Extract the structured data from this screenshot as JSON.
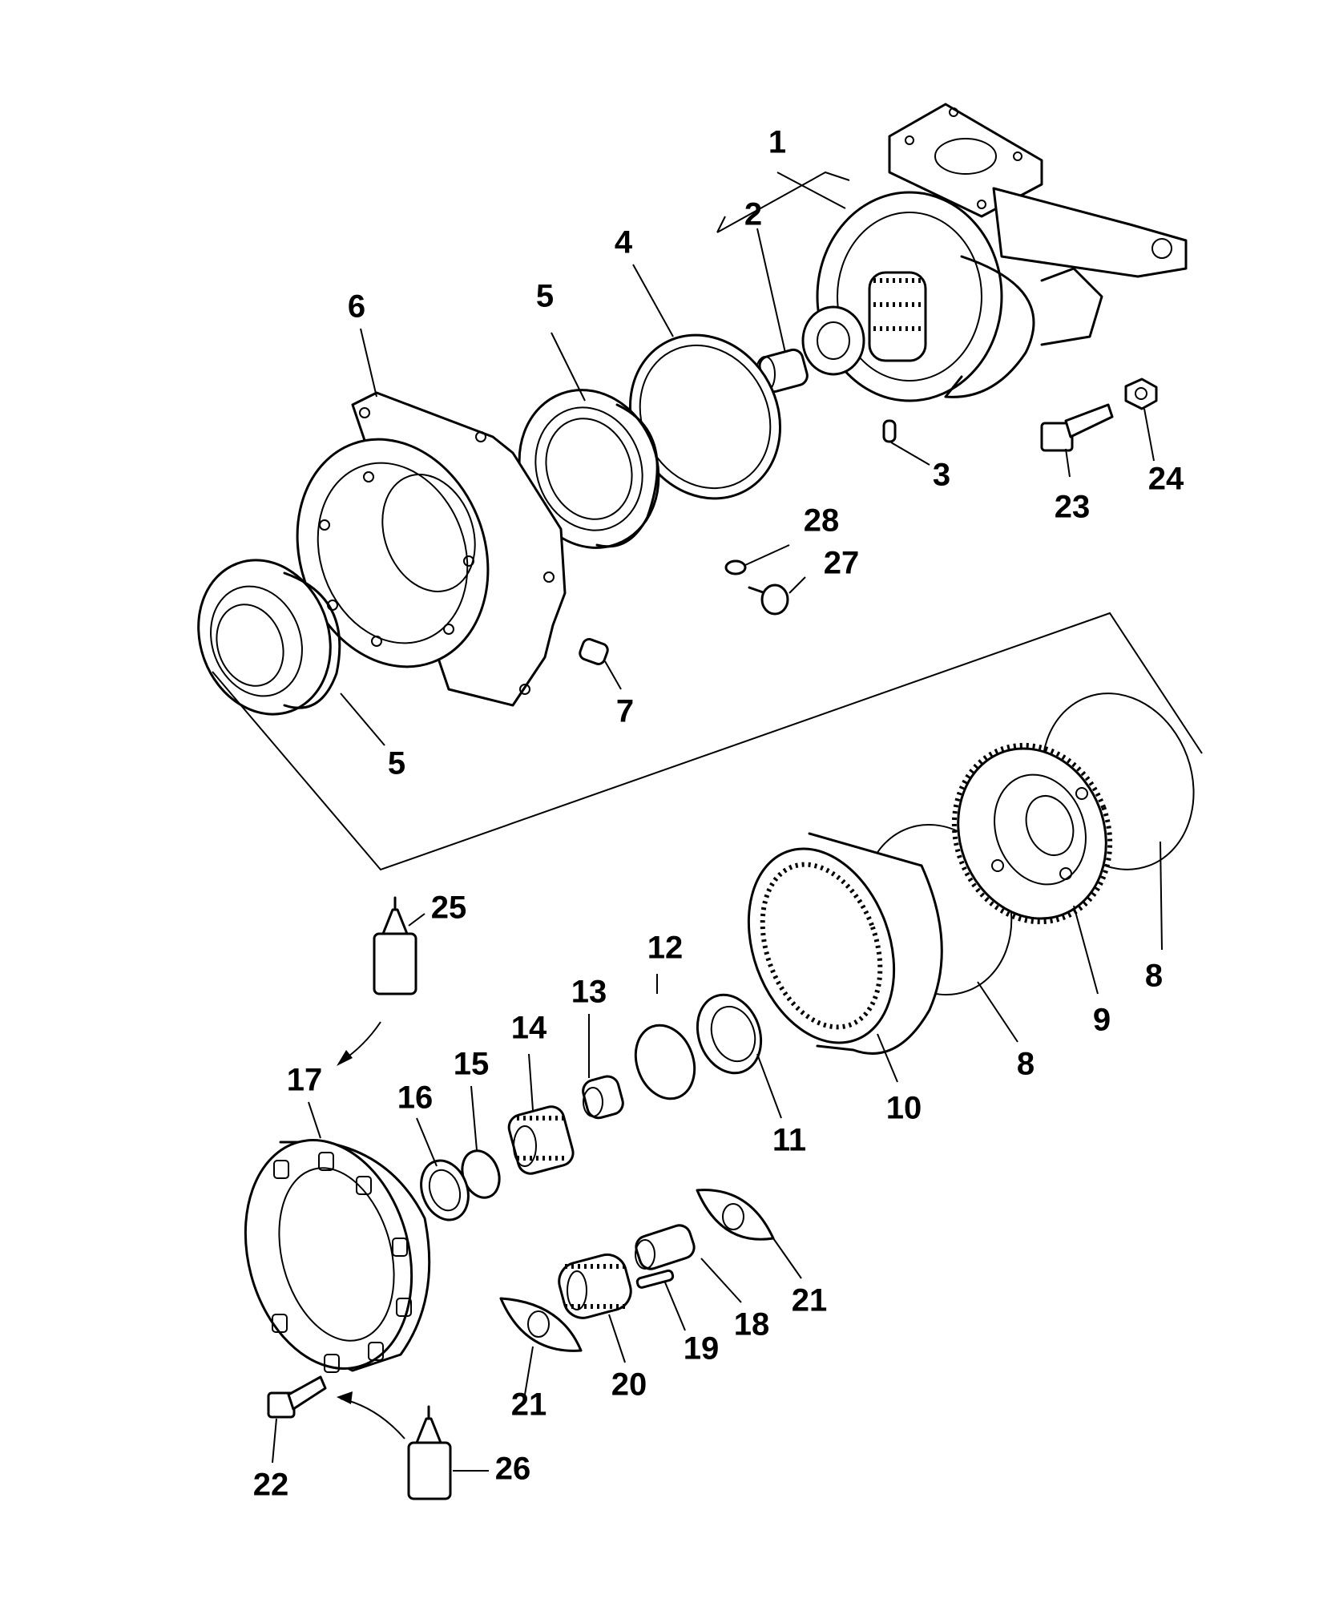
{
  "callouts": [
    "1",
    "2",
    "3",
    "4",
    "5",
    "5",
    "6",
    "7",
    "8",
    "8",
    "9",
    "10",
    "11",
    "12",
    "13",
    "14",
    "15",
    "16",
    "17",
    "18",
    "19",
    "20",
    "21",
    "21",
    "22",
    "23",
    "24",
    "25",
    "26",
    "27",
    "28"
  ],
  "colors": {
    "line": "#000000",
    "background": "#ffffff"
  }
}
